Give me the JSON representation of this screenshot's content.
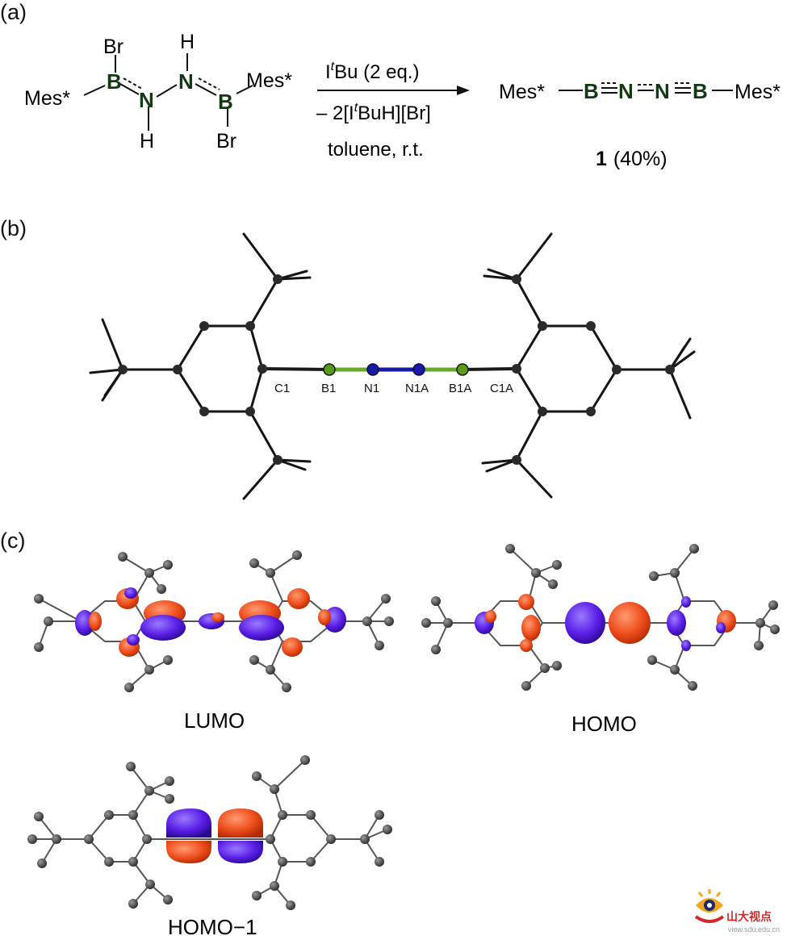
{
  "panels": {
    "a": "(a)",
    "b": "(b)",
    "c": "(c)"
  },
  "scheme": {
    "reactant": {
      "left_group": "Mes*",
      "right_group": "Mes*",
      "b_left": "B",
      "b_right": "B",
      "n_left": "N",
      "n_right": "N",
      "h_top": "H",
      "h_bottom": "H",
      "br_top": "Br",
      "br_bottom": "Br"
    },
    "conditions": {
      "reagent_pre": "I",
      "reagent_sup": "t",
      "reagent_post": "Bu (2 eq.)",
      "byproduct_pre": "– 2[I",
      "byproduct_sup": "t",
      "byproduct_post": "BuH][Br]",
      "solvent": "toluene, r.t."
    },
    "product": {
      "left_group": "Mes*",
      "b1": "B",
      "n1": "N",
      "n2": "N",
      "b2": "B",
      "right_group": "Mes*",
      "compound_number": "1",
      "yield": "(40%)"
    }
  },
  "crystal_labels": [
    "C1",
    "B1",
    "N1",
    "N1A",
    "B1A",
    "C1A"
  ],
  "orbitals": {
    "lumo": "LUMO",
    "homo": "HOMO",
    "homo_minus_1": "HOMO−1"
  },
  "colors": {
    "lobe_red": "#ee4d1c",
    "lobe_blue": "#5a1ee6",
    "atom_gray": "#333333",
    "boron_green": "#6aa82a",
    "nitrogen_blue": "#1a1aa8"
  },
  "watermark": {
    "text": "山大视点",
    "url": "view.sdu.edu.cn"
  }
}
